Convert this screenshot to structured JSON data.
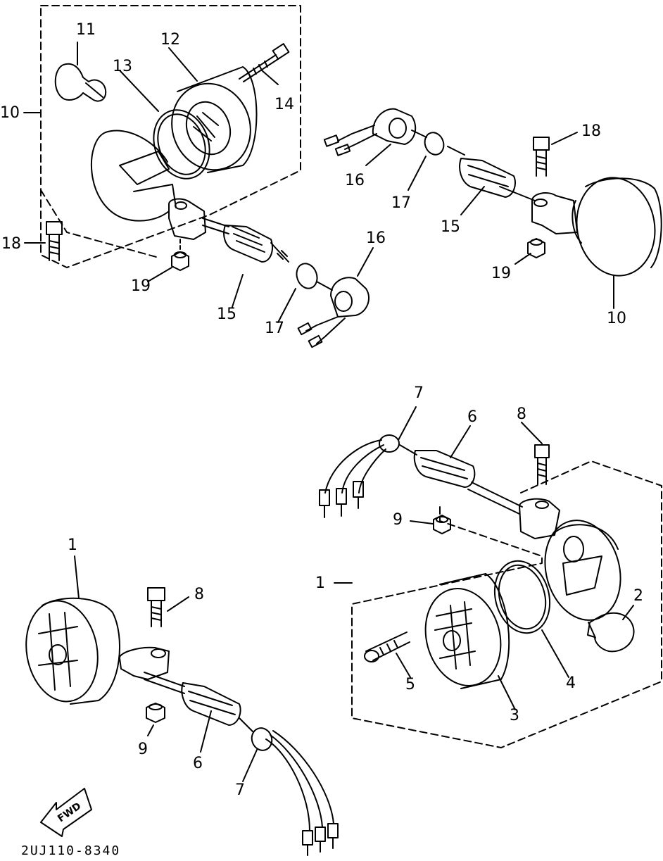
{
  "diagram": {
    "part_code": "2UJ110-8340",
    "fwd_label": "FWD",
    "callouts": [
      {
        "id": "c11",
        "text": "11"
      },
      {
        "id": "c12",
        "text": "12"
      },
      {
        "id": "c13",
        "text": "13"
      },
      {
        "id": "c14",
        "text": "14"
      },
      {
        "id": "c10a",
        "text": "10"
      },
      {
        "id": "c18a",
        "text": "18"
      },
      {
        "id": "c19a",
        "text": "19"
      },
      {
        "id": "c15a",
        "text": "15"
      },
      {
        "id": "c17a",
        "text": "17"
      },
      {
        "id": "c16a",
        "text": "16"
      },
      {
        "id": "c18b",
        "text": "18"
      },
      {
        "id": "c16b",
        "text": "16"
      },
      {
        "id": "c17b",
        "text": "17"
      },
      {
        "id": "c15b",
        "text": "15"
      },
      {
        "id": "c19b",
        "text": "19"
      },
      {
        "id": "c10b",
        "text": "10"
      },
      {
        "id": "c7a",
        "text": "7"
      },
      {
        "id": "c6a",
        "text": "6"
      },
      {
        "id": "c8a",
        "text": "8"
      },
      {
        "id": "c9a",
        "text": "9"
      },
      {
        "id": "c2",
        "text": "2"
      },
      {
        "id": "c1a",
        "text": "1"
      },
      {
        "id": "c5",
        "text": "5"
      },
      {
        "id": "c4",
        "text": "4"
      },
      {
        "id": "c3",
        "text": "3"
      },
      {
        "id": "c1b",
        "text": "1"
      },
      {
        "id": "c8b",
        "text": "8"
      },
      {
        "id": "c9b",
        "text": "9"
      },
      {
        "id": "c6b",
        "text": "6"
      },
      {
        "id": "c7b",
        "text": "7"
      }
    ]
  }
}
